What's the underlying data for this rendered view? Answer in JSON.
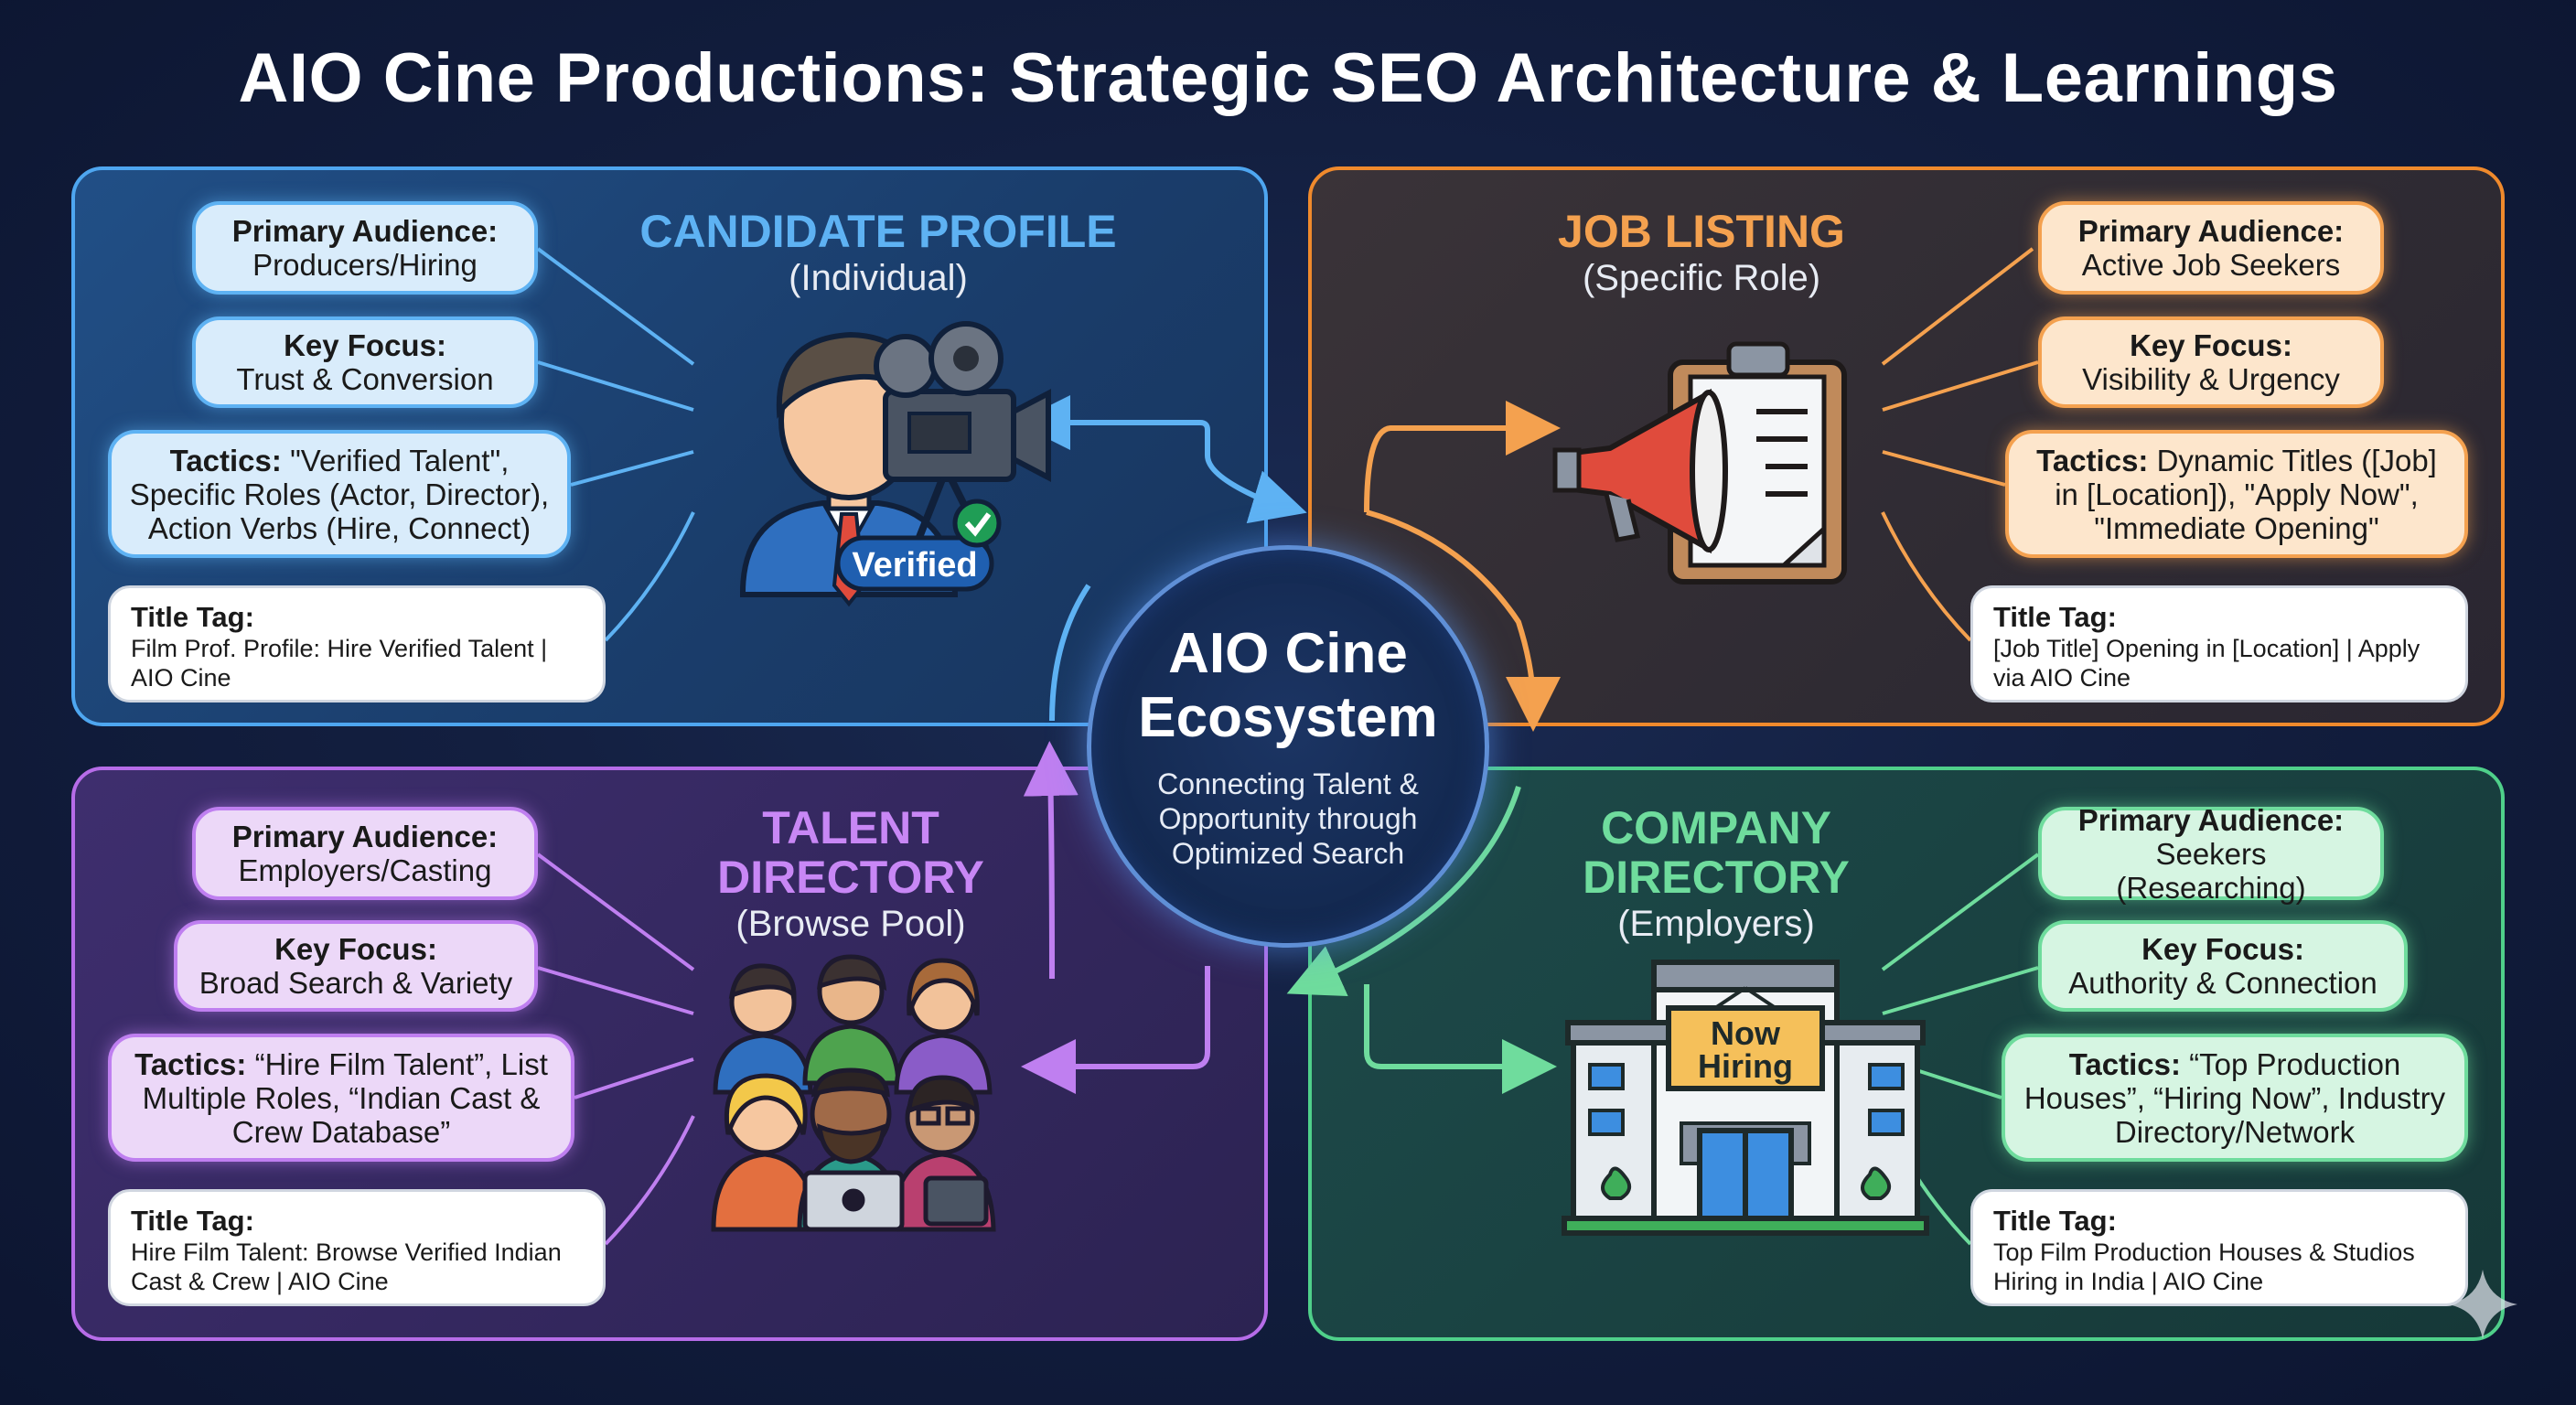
{
  "title": "AIO Cine Productions: Strategic SEO Architecture & Learnings",
  "hub": {
    "title_line1": "AIO Cine",
    "title_line2": "Ecosystem",
    "subtitle": "Connecting Talent & Opportunity through Optimized Search"
  },
  "candidate": {
    "heading": "CANDIDATE PROFILE",
    "subheading": "(Individual)",
    "badge": "Verified",
    "audience_label": "Primary Audience:",
    "audience_value": "Producers/Hiring",
    "focus_label": "Key Focus:",
    "focus_value": "Trust & Conversion",
    "tactics_label": "Tactics:",
    "tactics_value": "\"Verified Talent\", Specific Roles (Actor, Director), Action Verbs (Hire, Connect)",
    "title_tag_label": "Title Tag:",
    "title_tag_value": "Film Prof. Profile: Hire Verified Talent | AIO Cine"
  },
  "job": {
    "heading": "JOB LISTING",
    "subheading": "(Specific Role)",
    "audience_label": "Primary Audience:",
    "audience_value": "Active Job Seekers",
    "focus_label": "Key Focus:",
    "focus_value": "Visibility & Urgency",
    "tactics_label": "Tactics:",
    "tactics_value": "Dynamic Titles ([Job] in [Location]), \"Apply Now\", \"Immediate Opening\"",
    "title_tag_label": "Title Tag:",
    "title_tag_value": "[Job Title] Opening in [Location] | Apply via AIO Cine"
  },
  "talent": {
    "heading_line1": "TALENT",
    "heading_line2": "DIRECTORY",
    "subheading": "(Browse Pool)",
    "audience_label": "Primary Audience:",
    "audience_value": "Employers/Casting",
    "focus_label": "Key Focus:",
    "focus_value": "Broad Search & Variety",
    "tactics_label": "Tactics:",
    "tactics_value": "“Hire Film Talent”, List Multiple Roles, “Indian Cast & Crew Database”",
    "title_tag_label": "Title Tag:",
    "title_tag_value": "Hire Film Talent: Browse Verified Indian Cast & Crew | AIO Cine"
  },
  "company": {
    "heading_line1": "COMPANY",
    "heading_line2": "DIRECTORY",
    "subheading": "(Employers)",
    "sign_line1": "Now",
    "sign_line2": "Hiring",
    "audience_label": "Primary Audience:",
    "audience_value": "Seekers (Researching)",
    "focus_label": "Key Focus:",
    "focus_value": "Authority & Connection",
    "tactics_label": "Tactics:",
    "tactics_value": "“Top Production Houses”, “Hiring Now”, Industry Directory/Network",
    "title_tag_label": "Title Tag:",
    "title_tag_value": "Top Film Production Houses & Studios Hiring in India | AIO Cine"
  },
  "colors": {
    "candidate": "#4ea6f0",
    "job": "#f08a2c",
    "talent": "#b66ce8",
    "company": "#4fd08a"
  }
}
